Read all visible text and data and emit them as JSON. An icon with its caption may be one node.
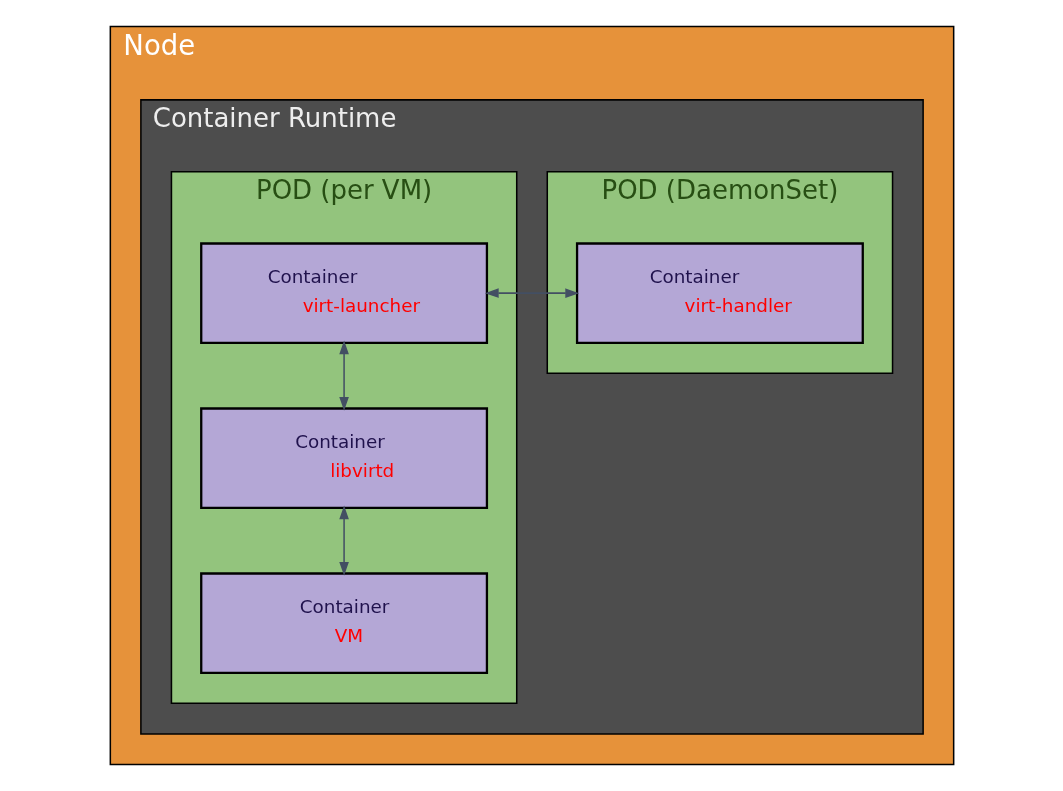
{
  "diagram": {
    "nodes": [
      {
        "text": [
          "Node"
        ]
      },
      {
        "text": [
          "Container Runtime"
        ],
        "in": 0
      },
      {
        "text": [
          "POD (DaemonSet)"
        ],
        "in": 1
      },
      {
        "text": [
          "POD (per VM)"
        ],
        "in": 1
      },
      {
        "text": [
          "Container",
          "virt-handler"
        ],
        "in": 2
      },
      {
        "text": [
          "Container",
          "virt-launcher"
        ],
        "in": 3
      },
      {
        "text": [
          "Container",
          "libvirtd"
        ],
        "in": 3
      },
      {
        "text": [
          "Container",
          "VM"
        ],
        "in": 3
      }
    ],
    "edges": [
      {
        "from": 4,
        "to": 5,
        "arrow": "both"
      },
      {
        "from": 5,
        "to": 6,
        "arrow": "both"
      },
      {
        "from": 6,
        "to": 7,
        "arrow": "both"
      }
    ]
  }
}
